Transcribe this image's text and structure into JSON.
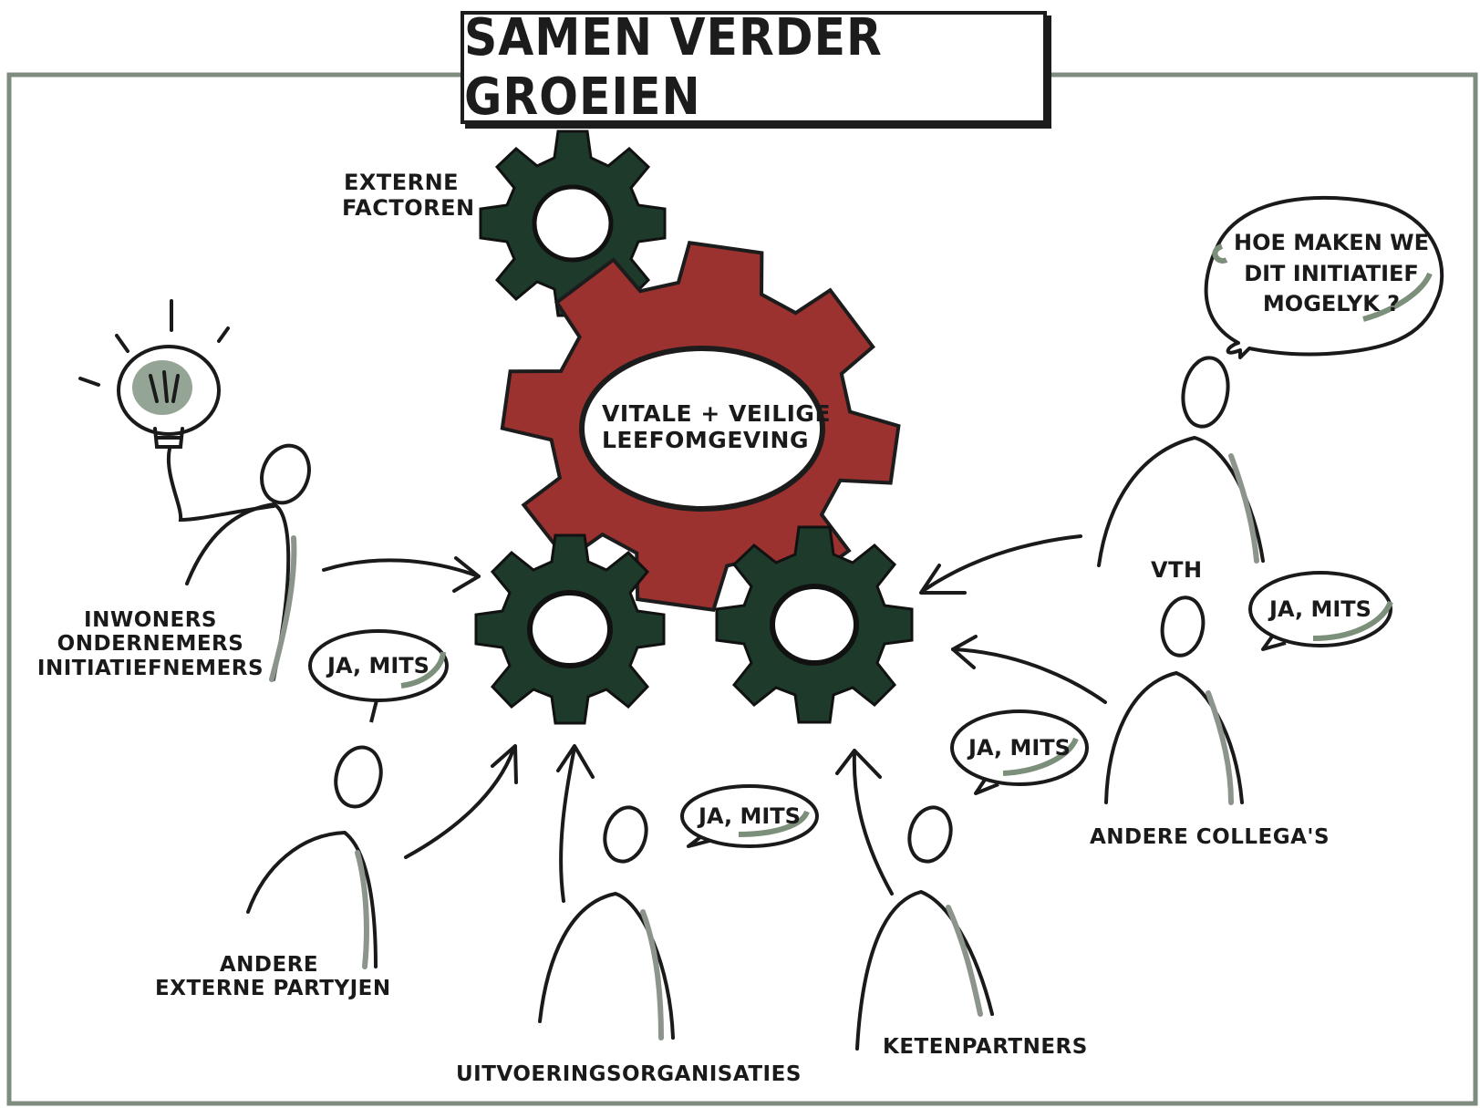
{
  "title": "SAMEN VERDER GROEIEN",
  "gears": {
    "center_label_line1": "VITALE + VEILIGE",
    "center_label_line2": "LEEFOMGEVING",
    "external_label_line1": "EXTERNE",
    "external_label_line2": "FACTOREN"
  },
  "actors": {
    "initiators_line1": "INWONERS",
    "initiators_line2": "ONDERNEMERS",
    "initiators_line3": "INITIATIEFNEMERS",
    "external_parties_line1": "ANDERE",
    "external_parties_line2": "EXTERNE PARTYJEN",
    "execution_orgs": "UITVOERINGSORGANISATIES",
    "chain_partners": "KETENPARTNERS",
    "vth": "VTH",
    "colleagues": "ANDERE COLLEGA'S"
  },
  "bubbles": {
    "question_line1": "HOE MAKEN WE",
    "question_line2": "DIT INITIATIEF",
    "question_line3": "MOGELYK ?",
    "ja_mits_1": "JA, MITS",
    "ja_mits_2": "JA, MITS",
    "ja_mits_3": "JA, MITS",
    "ja_mits_4": "JA, MITS"
  },
  "colors": {
    "frame": "#7d8c7e",
    "red_gear": "#9b3230",
    "dark_gear": "#1d3a2a",
    "ink": "#1a1a1a",
    "highlight": "#7b8f7a"
  }
}
